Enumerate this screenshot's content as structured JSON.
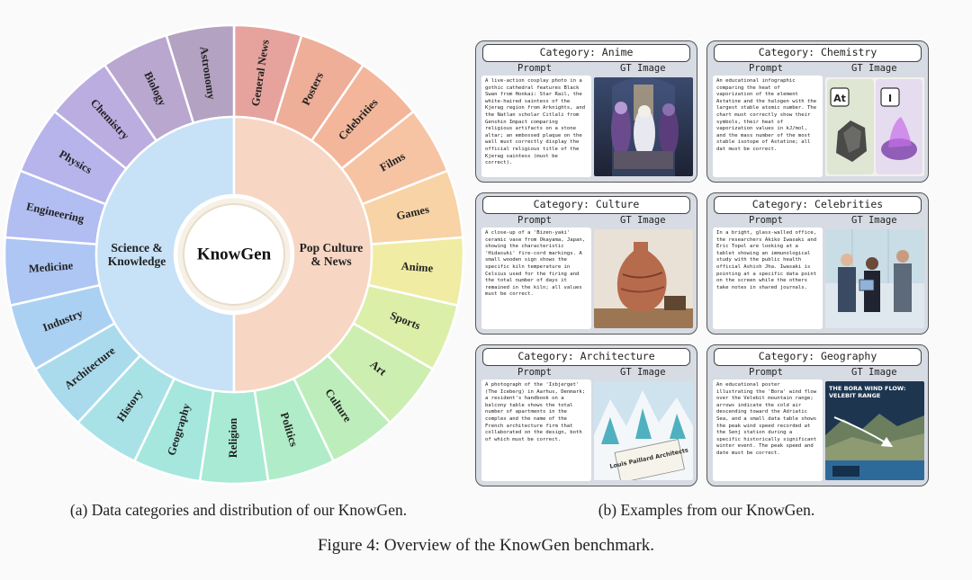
{
  "wheel": {
    "center": "KnowGen",
    "inner": [
      {
        "label": "Science &\nKnowledge",
        "color": "#c7e1f6"
      },
      {
        "label": "Pop Culture\n& News",
        "color": "#f7d6c3"
      }
    ],
    "outer": [
      {
        "label": "General News",
        "color": "#e6a39d"
      },
      {
        "label": "Posters",
        "color": "#eeae98"
      },
      {
        "label": "Celebrities",
        "color": "#f3b69a"
      },
      {
        "label": "Films",
        "color": "#f7c4a3"
      },
      {
        "label": "Games",
        "color": "#f8d3a5"
      },
      {
        "label": "Anime",
        "color": "#f0eca3"
      },
      {
        "label": "Sports",
        "color": "#dcefa9"
      },
      {
        "label": "Art",
        "color": "#cdeeb1"
      },
      {
        "label": "Culture",
        "color": "#bdedbb"
      },
      {
        "label": "Politics",
        "color": "#b0ecc8"
      },
      {
        "label": "Religion",
        "color": "#a8ead3"
      },
      {
        "label": "Geography",
        "color": "#a6e7dd"
      },
      {
        "label": "History",
        "color": "#a8e2e6"
      },
      {
        "label": "Architecture",
        "color": "#aadbed"
      },
      {
        "label": "Industry",
        "color": "#abd1f2"
      },
      {
        "label": "Medicine",
        "color": "#adc6f3"
      },
      {
        "label": "Engineering",
        "color": "#b2bdf2"
      },
      {
        "label": "Physics",
        "color": "#b7b4ec"
      },
      {
        "label": "Chemistry",
        "color": "#bbade0"
      },
      {
        "label": "Biology",
        "color": "#b9a7d0"
      },
      {
        "label": "Astronomy",
        "color": "#b3a2c2"
      }
    ]
  },
  "captions": {
    "a": "(a) Data categories and distribution of our KnowGen.",
    "b": "(b) Examples from our KnowGen.",
    "figure": "Figure 4: Overview of the KnowGen benchmark."
  },
  "examples": {
    "prompt_header": "Prompt",
    "gt_header": "GT Image",
    "cards": [
      {
        "title": "Category: Anime",
        "prompt": "A live-action cosplay photo in a gothic cathedral features Black Swan from Honkai: Star Rail, the white-haired saintess of the Kjerag region from Arknights, and the Natlan scholar Citlali from Genshin Impact comparing religious artifacts on a stone altar; an embossed plaque on the wall must correctly display the official religious title of the Kjerag saintess (must be correct)."
      },
      {
        "title": "Category: Chemistry",
        "prompt": "An educational infographic comparing the heat of vaporization of the element Astatine and the halogen with the largest stable atomic number. The chart must correctly show their symbols, their heat of vaporization values in kJ/mol, and the mass number of the most stable isotope of Astatine; all dat must be correct.",
        "symbols": [
          "At",
          "I"
        ]
      },
      {
        "title": "Category: Culture",
        "prompt": "A close-up of a 'Bizen-yaki' ceramic vase from Okayama, Japan, showing the characteristic 'Hidasuki' fire-cord markings. A small wooden sign shows the specific kiln temperature in Celsius used for the firing and the total number of days it remained in the kiln; all values must be correct."
      },
      {
        "title": "Category: Celebrities",
        "prompt": "In a bright, glass-walled office, the researchers Akiko Iwasaki and Eric Topol are looking at a tablet showing an immunological study with the public health official Ashish Jha. Iwasaki is pointing at a specific data point on the screen while the others take notes in shared journals."
      },
      {
        "title": "Category: Architecture",
        "prompt": "A photograph of the 'Isbjerget' (The Iceberg) in Aarhus, Denmark; a resident's handbook on a balcony table shows the total number of apartments in the complex and the name of the French architecture firm that collaborated on the design, both of which must be correct.",
        "book_text": "Louis Paillard Architects"
      },
      {
        "title": "Category: Geography",
        "prompt": "An educational poster illustrating the 'Bora' wind flow over the Velebit mountain range; arrows indicate the cold air descending toward the Adriatic Sea, and a small data table shows the peak wind speed recorded at the Senj station during a specific historically significant winter event. The peak speed and date must be correct.",
        "poster_title": "THE BORA WIND FLOW: VELEBIT RANGE"
      }
    ]
  }
}
